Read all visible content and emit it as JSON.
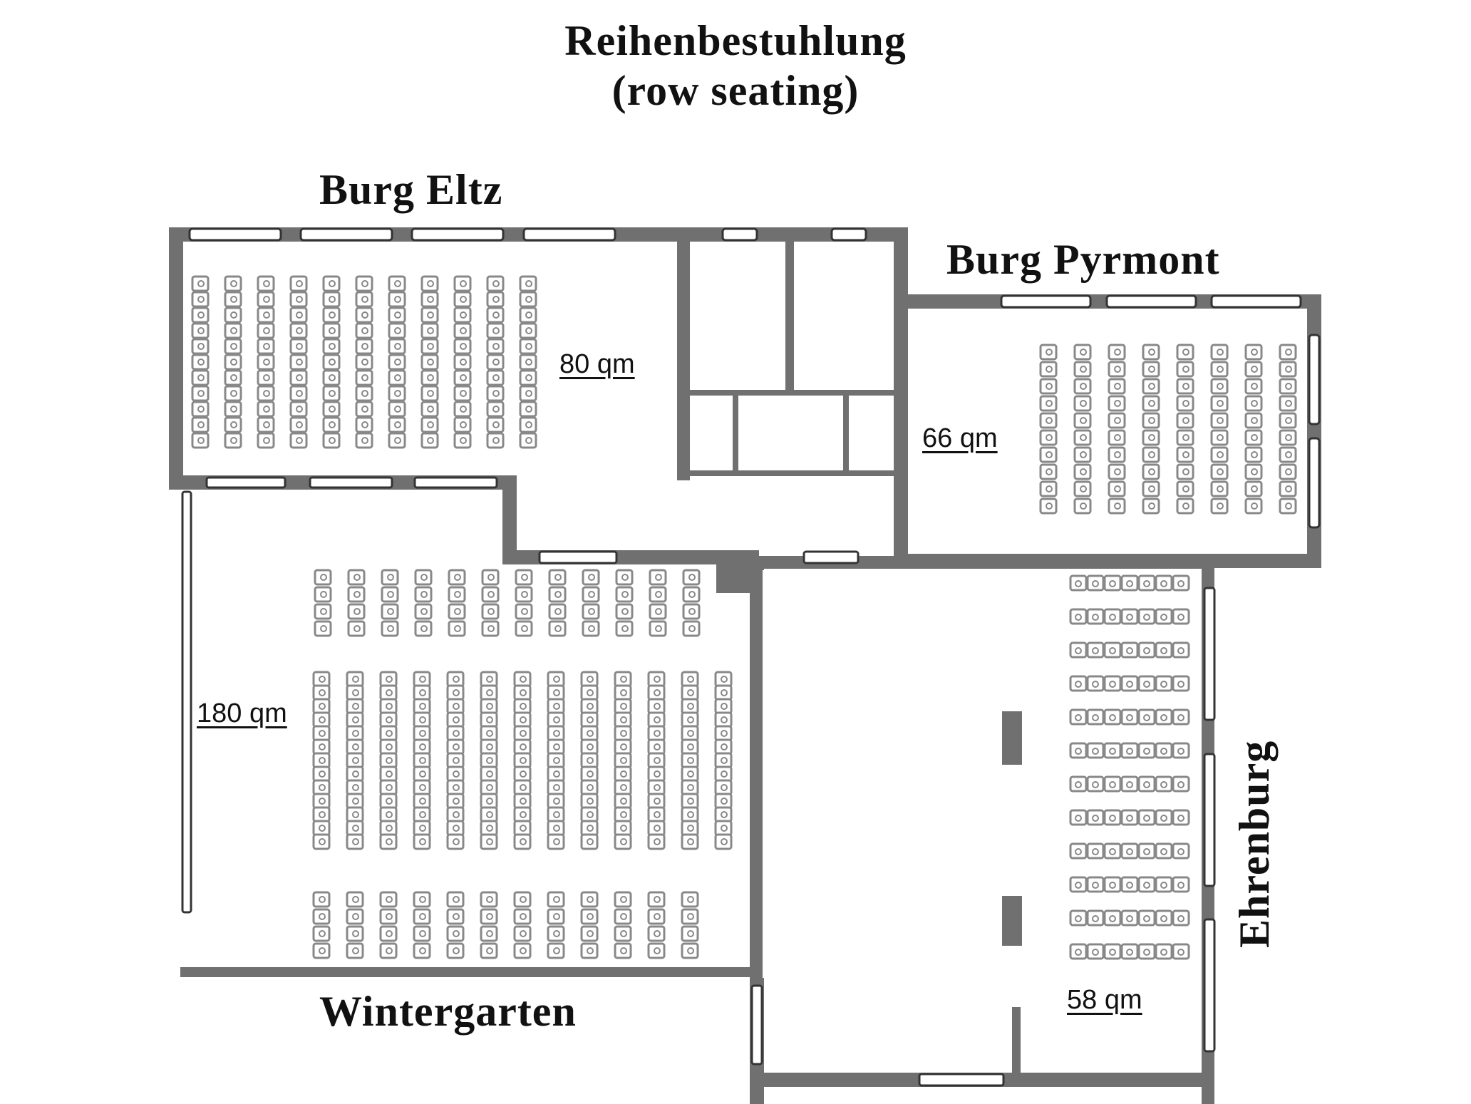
{
  "title": {
    "line1": "Reihenbestuhlung",
    "line2": "(row seating)"
  },
  "rooms": [
    {
      "id": "burg-eltz",
      "name": "Burg Eltz",
      "area": "80 qm",
      "seat_columns": 11,
      "seats_per_column": 11
    },
    {
      "id": "burg-pyrmont",
      "name": "Burg Pyrmont",
      "area": "66 qm",
      "seat_columns": 8,
      "seats_per_column": 10
    },
    {
      "id": "wintergarten",
      "name": "Wintergarten",
      "area": "180 qm",
      "seat_blocks": [
        {
          "block": "front",
          "columns": 12,
          "seats_per_column": 4
        },
        {
          "block": "middle",
          "columns": 13,
          "seats_per_column": 13
        },
        {
          "block": "back",
          "columns": 12,
          "seats_per_column": 4
        }
      ]
    },
    {
      "id": "ehrenburg",
      "name": "Ehrenburg",
      "area": "58 qm",
      "seat_rows": 12,
      "seats_per_row": 7
    }
  ],
  "colors": {
    "wall": "#707070",
    "seat": "#8a8a8a",
    "text": "#111111",
    "background": "#ffffff"
  }
}
